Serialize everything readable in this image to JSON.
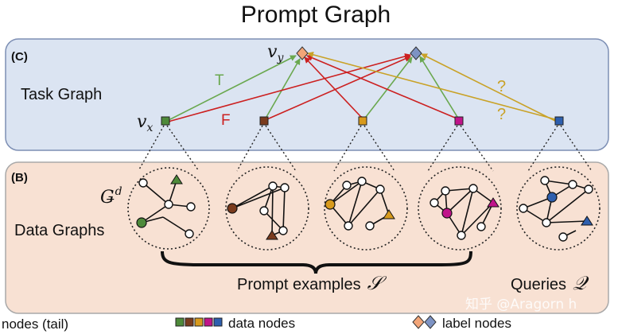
{
  "title": "Prompt Graph",
  "panels": {
    "task": {
      "tag": "(C)",
      "label": "Task Graph"
    },
    "data": {
      "tag": "(B)",
      "label": "Data Graphs"
    }
  },
  "math": {
    "vy": "v",
    "vy_sub": "y",
    "vx": "v",
    "vx_sub": "x",
    "gd": "Ǥ",
    "gd_sup": "d"
  },
  "edge_labels": {
    "T": "T",
    "F": "F",
    "q1": "?",
    "q2": "?"
  },
  "bottom": {
    "prompt_examples": "Prompt examples",
    "prompt_symbol": "𝒮",
    "queries": "Queries",
    "queries_symbol": "𝒬"
  },
  "legend": {
    "nodes_tail": "nodes (tail)",
    "data_nodes": "data nodes",
    "label_nodes": "label nodes"
  },
  "watermark": "知乎 @Aragorn h",
  "colors": {
    "task_panel": "#dbe4f2",
    "data_panel": "#f8e1d3",
    "true_edge": "#6aa84f",
    "false_edge": "#cc2020",
    "query_edge": "#c9a227",
    "node_green": "#4e8a3a",
    "node_brown": "#7a3b1d",
    "node_orange": "#d89a1c",
    "node_magenta": "#c0148a",
    "node_blue": "#2e5fae",
    "diamond_orange": "#f2a578",
    "diamond_blue": "#7d93c4"
  }
}
